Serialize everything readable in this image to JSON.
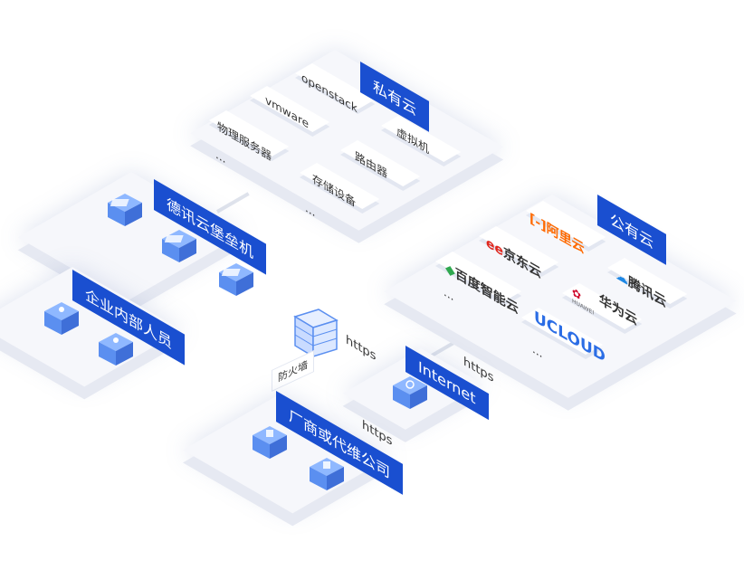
{
  "private_cloud": {
    "label": "私有云",
    "items": [
      "openstack",
      "vmware",
      "物理服务器",
      "虚拟机",
      "路由器",
      "存储设备"
    ],
    "more_1": "...",
    "more_2": "..."
  },
  "public_cloud": {
    "label": "公有云",
    "providers": [
      "阿里云",
      "京东云",
      "百度智能云",
      "腾讯云",
      "华为云",
      "UCLOUD"
    ],
    "huawei_small": "HUAWEI",
    "more_1": "...",
    "more_2": "..."
  },
  "bastion": {
    "label": "德讯云堡垒机"
  },
  "internal_staff": {
    "label": "企业内部人员"
  },
  "vendor": {
    "label": "厂商或代维公司"
  },
  "internet": {
    "label": "Internet"
  },
  "firewall": {
    "label": "防火墙"
  },
  "connections": {
    "https_1": "https",
    "https_2": "https",
    "https_3": "https"
  },
  "colors": {
    "accent": "#1a4fd0",
    "aliyun": "#ff6a00",
    "jd": "#e1251b",
    "huawei": "#cf0a2c",
    "tencent": "#1e88e5",
    "ucloud": "#2b6de5"
  }
}
